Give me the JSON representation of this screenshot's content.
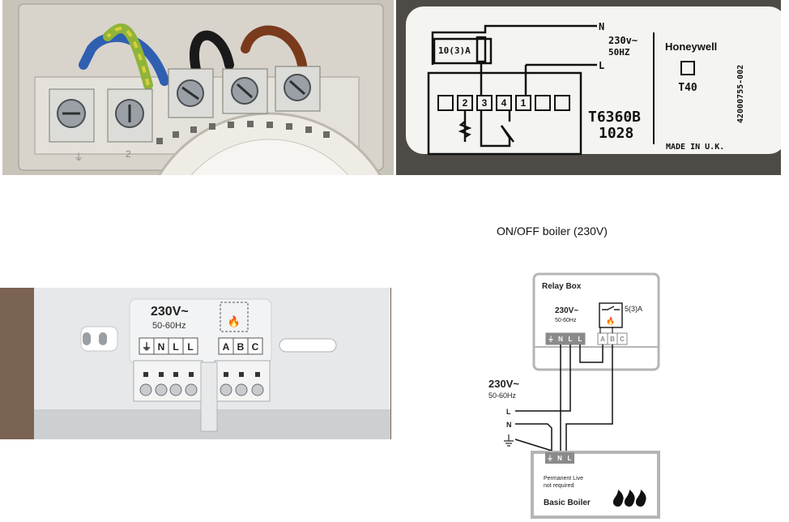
{
  "photo_terminals": {
    "earth_label": "⏚",
    "terminal_2_label": "2"
  },
  "label_diagram": {
    "fuse_rating": "10(3)A",
    "supply_line_n": "N",
    "supply_line_l": "L",
    "voltage": "230v~",
    "frequency": "50HZ",
    "brand": "Honeywell",
    "model_code": "T40",
    "model": "T6360B",
    "batch": "1028",
    "made_in": "MADE IN U.K.",
    "serial": "42000755-002",
    "terminal_numbers": [
      "",
      "2",
      "3",
      "4",
      "1",
      "",
      ""
    ]
  },
  "backplate": {
    "voltage": "230V~",
    "frequency": "50-60Hz",
    "terminals": [
      "⏚",
      "N",
      "L",
      "L",
      "A",
      "B",
      "C"
    ]
  },
  "wiring_diagram": {
    "caption": "ON/OFF boiler (230V)",
    "relay_box_title": "Relay Box",
    "relay_voltage": "230V~",
    "relay_frequency": "50-60Hz",
    "relay_rating": "5(3)A",
    "relay_terminals": [
      "⏚",
      "N",
      "L",
      "L",
      "A",
      "B",
      "C"
    ],
    "supply_voltage": "230V~",
    "supply_frequency": "50-60Hz",
    "supply_lines": [
      "L",
      "N"
    ],
    "boiler_terminals": [
      "⏚",
      "N",
      "L"
    ],
    "boiler_note_1": "Permanent Live",
    "boiler_note_2": "not required",
    "boiler_title": "Basic Boiler"
  },
  "colors": {
    "wire_earth": "#8fb43a",
    "wire_neutral": "#2f5fb0",
    "wire_live": "#7a3a1c",
    "diagram_grey": "#b5b5b5",
    "terminal_dark": "#8a8a8a"
  }
}
